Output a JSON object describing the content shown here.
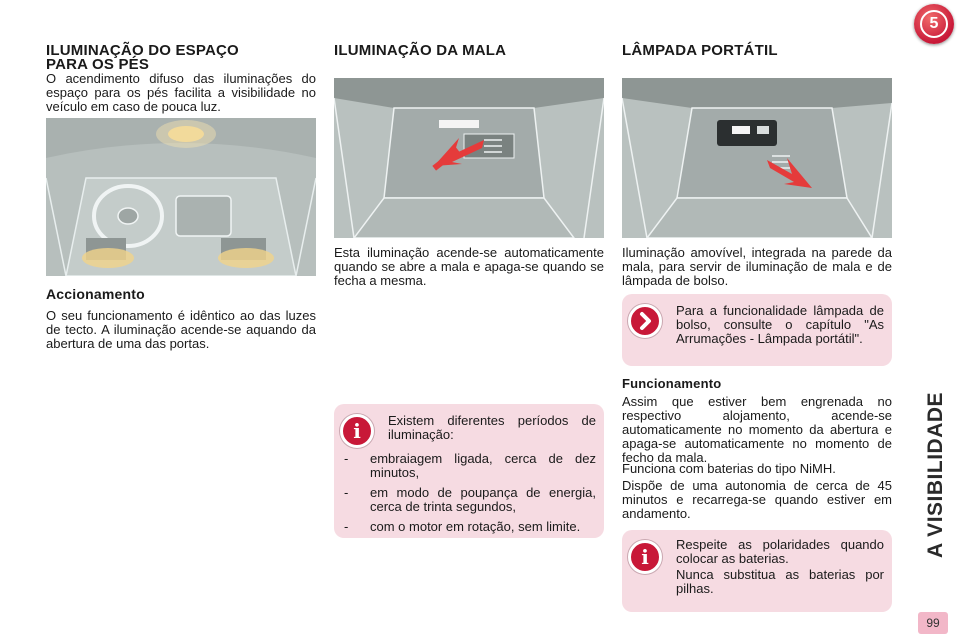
{
  "chapter": {
    "number": "5",
    "color": "#c81838"
  },
  "side_title": "A VISIBILIDADE",
  "page_number": "99",
  "col1": {
    "title_line1": "ILUMINAÇÃO DO ESPAÇO",
    "title_line2": "PARA OS PÉS",
    "intro": "O acendimento difuso das iluminações do espaço para os pés facilita a visibilidade no veículo em caso de pouca luz.",
    "subhead": "Accionamento",
    "body": "O seu funcionamento é idêntico ao das luzes de tecto. A iluminação acende-se aquando da abertura de uma das portas."
  },
  "col2": {
    "title": "ILUMINAÇÃO DA MALA",
    "body": "Esta iluminação acende-se automaticamente quando se abre a mala e apaga-se quando se fecha a mesma.",
    "info": {
      "lead": "Existem diferentes períodos de iluminação:",
      "items": [
        {
          "dash": "-",
          "text": "embraiagem ligada, cerca de dez minutos,"
        },
        {
          "dash": "-",
          "text": "em modo de poupança de energia, cerca de trinta segundos,"
        },
        {
          "dash": "-",
          "text": "com o motor em rotação, sem limite."
        }
      ]
    }
  },
  "col3": {
    "title": "LÂMPADA PORTÁTIL",
    "body": "Iluminação amovível, integrada na parede da mala, para servir de iluminação de mala e de lâmpada de bolso.",
    "see_note": "Para a funcionalidade lâmpada de bolso, consulte o capítulo \"As Arrumações - Lâmpada portátil\".",
    "subhead": "Funcionamento",
    "p1": "Assim que estiver bem engrenada no respectivo alojamento, acende-se automaticamente no momento da abertura e apaga-se automaticamente no momento de fecho da mala.",
    "p2": "Funciona com baterias do tipo NiMH.",
    "p3": "Dispõe de uma autonomia de cerca de 45 minutos e recarrega-se quando estiver em andamento.",
    "info": {
      "p1": "Respeite as polaridades quando colocar as baterias.",
      "p2": "Nunca substitua as baterias por pilhas."
    }
  },
  "icons": {
    "info": "info-icon",
    "arrow": "chevron-right-icon"
  }
}
